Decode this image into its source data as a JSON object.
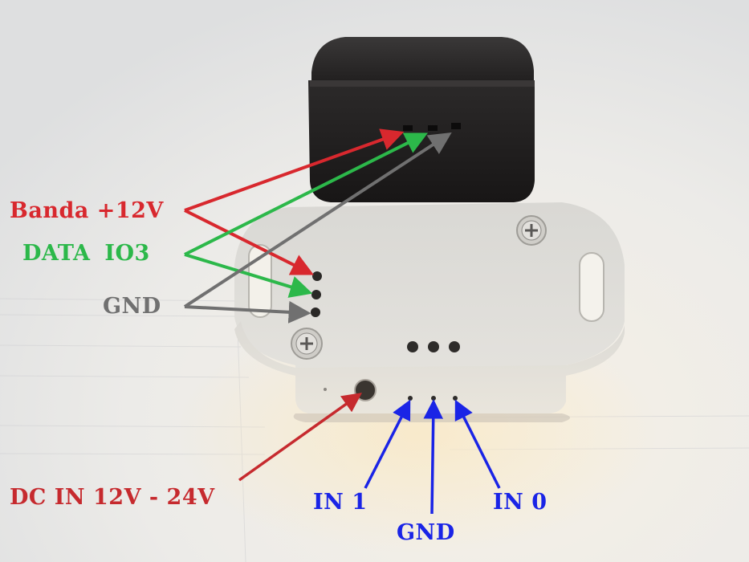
{
  "labels": {
    "banda_12v": "Banda +12V",
    "data_io3": "DATA IO3",
    "gnd_left": "GND",
    "dc_in": "DC IN 12V - 24V",
    "in1": "IN 1",
    "gnd_bottom": "GND",
    "in0": "IN 0"
  },
  "colors": {
    "red": "#d8282e",
    "green": "#2cb84a",
    "gray": "#707070",
    "blue": "#1a24e6",
    "dark_red": "#c62a2e"
  }
}
